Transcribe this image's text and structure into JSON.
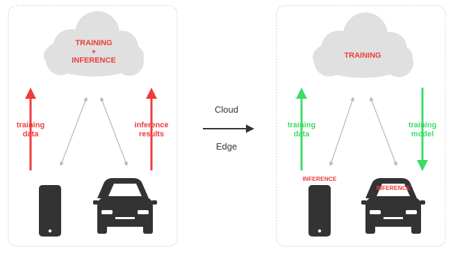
{
  "left_panel": {
    "cloud_label_lines": [
      "TRAINING",
      "+",
      "INFERENCE"
    ],
    "left_arrow_label_lines": [
      "training",
      "data"
    ],
    "right_arrow_label_lines": [
      "inference",
      "results"
    ],
    "devices": [
      "phone-icon",
      "car-icon"
    ]
  },
  "middle": {
    "top_label": "Cloud",
    "bottom_label": "Edge"
  },
  "right_panel": {
    "cloud_label": "TRAINING",
    "left_arrow_label_lines": [
      "training",
      "data"
    ],
    "right_arrow_label_lines": [
      "training",
      "model"
    ],
    "phone_label": "INFERENCE",
    "car_label": "INFERENCE",
    "devices": [
      "phone-icon",
      "car-icon"
    ]
  },
  "colors": {
    "red": "#ef3b3b",
    "green": "#3ddc67",
    "cloud": "#e0e0e0",
    "device": "#333333",
    "panel_border": "#cfcfcf",
    "connector": "#b5b5b5"
  }
}
